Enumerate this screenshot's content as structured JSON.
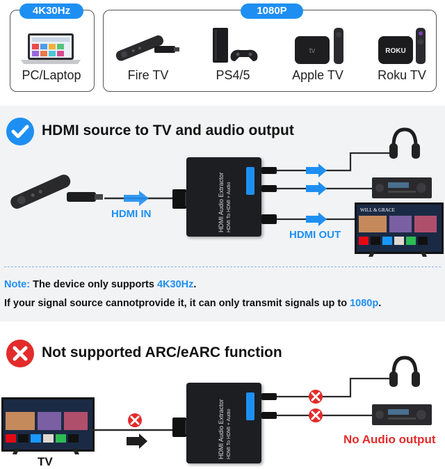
{
  "top": {
    "badge_4k": "4K30Hz",
    "badge_1080": "1080P",
    "devices": [
      {
        "label": "PC/Laptop",
        "icon": "laptop-icon"
      },
      {
        "label": "Fire TV",
        "icon": "fire-tv-remote-icon"
      },
      {
        "label": "PS4/5",
        "icon": "console-icon"
      },
      {
        "label": "Apple TV",
        "icon": "apple-tv-icon"
      },
      {
        "label": "Roku TV",
        "icon": "roku-icon"
      }
    ],
    "roku_logo": "ROKU",
    "apple_logo": "tv"
  },
  "section1": {
    "title": "HDMI source to TV and audio output",
    "hdmi_in": "HDMI IN",
    "hdmi_out": "HDMI OUT",
    "device_name": "HDMI Audio Extractor",
    "device_sub": "HDMI To HDMI + Audio",
    "tv_brand": "WILL & GRACE",
    "note_label": "Note:",
    "note_text": " The device only supports ",
    "note_value": "4K30Hz",
    "note_end": ".",
    "line2_text": "If your signal source cannotprovide it, it can only transmit signals up to ",
    "line2_value": "1080p",
    "line2_end": "."
  },
  "section2": {
    "title": "Not supported ARC/eARC function",
    "no_audio": "No Audio output",
    "tv_label": "TV"
  },
  "colors": {
    "accent": "#1e8ff2",
    "error": "#e32b2b",
    "panel": "#f2f3f5"
  }
}
